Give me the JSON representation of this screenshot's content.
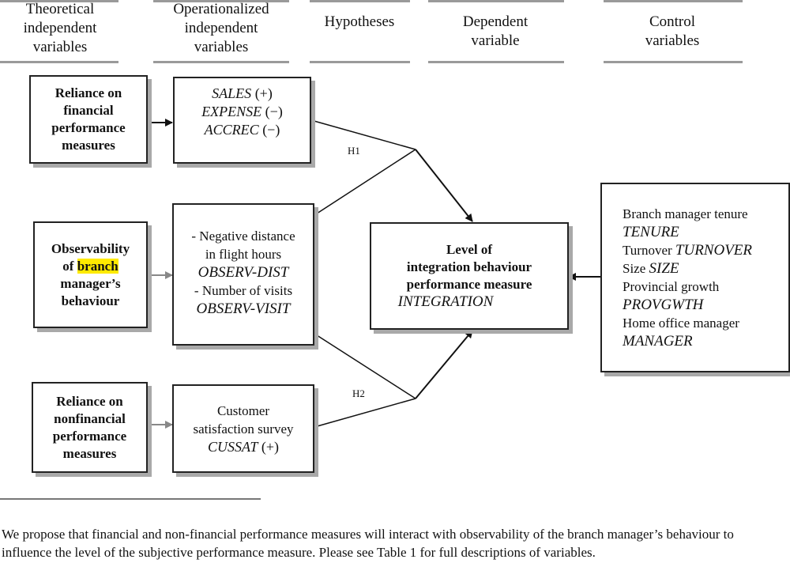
{
  "headers": {
    "theoretical": [
      "Theoretical",
      "independent",
      "variables"
    ],
    "operationalized": [
      "Operationalized",
      "independent",
      "variables"
    ],
    "hypotheses": [
      "Hypotheses"
    ],
    "dependent": [
      "Dependent",
      "variable"
    ],
    "control": [
      "Control",
      "variables"
    ]
  },
  "theoretical_boxes": {
    "financial": [
      "Reliance on",
      "financial",
      "performance",
      "measures"
    ],
    "observability": {
      "l1": "Observability",
      "l2a": "of ",
      "l2b": "branch",
      "l3": "manager’s",
      "l4": "behaviour"
    },
    "nonfinancial": [
      "Reliance on",
      "nonfinancial",
      "performance",
      "measures"
    ]
  },
  "operationalized_boxes": {
    "financial": [
      {
        "var": "SALES",
        "sign": " (+)"
      },
      {
        "var": "EXPENSE",
        "sign": " (−)"
      },
      {
        "var": "ACCREC",
        "sign": " (−)"
      }
    ],
    "observability": {
      "l1": "- Negative distance",
      "l2": "in flight hours",
      "l3": "OBSERV-DIST",
      "l4": "- Number of visits",
      "l5": "OBSERV-VISIT"
    },
    "nonfinancial": {
      "l1": "Customer",
      "l2": "satisfaction survey",
      "var": "CUSSAT",
      "sign": " (+)"
    }
  },
  "hypotheses": {
    "h1": "H1",
    "h2": "H2"
  },
  "dependent_box": {
    "l1": "Level of",
    "l2": "integration behaviour",
    "l3": "performance measure",
    "var": "INTEGRATION"
  },
  "control_box": {
    "items": [
      {
        "label": "Branch manager tenure",
        "var": "TENURE",
        "layout": "break"
      },
      {
        "label": "Turnover ",
        "var": "TURNOVER",
        "layout": "inline"
      },
      {
        "label": "Size ",
        "var": "SIZE",
        "layout": "inline"
      },
      {
        "label": "Provincial growth",
        "var": "PROVGWTH",
        "layout": "break"
      },
      {
        "label": "Home office manager",
        "var": "MANAGER",
        "layout": "break"
      }
    ]
  },
  "caption": "We propose that financial and non-financial performance measures will interact with observability of the branch manager’s behaviour to influence the level of the subjective performance measure. Please see Table 1 for full descriptions of variables.",
  "colors": {
    "highlight": "#ffea00",
    "shadow": "#a9a9a9",
    "header_rule": "#9a9a9a"
  }
}
